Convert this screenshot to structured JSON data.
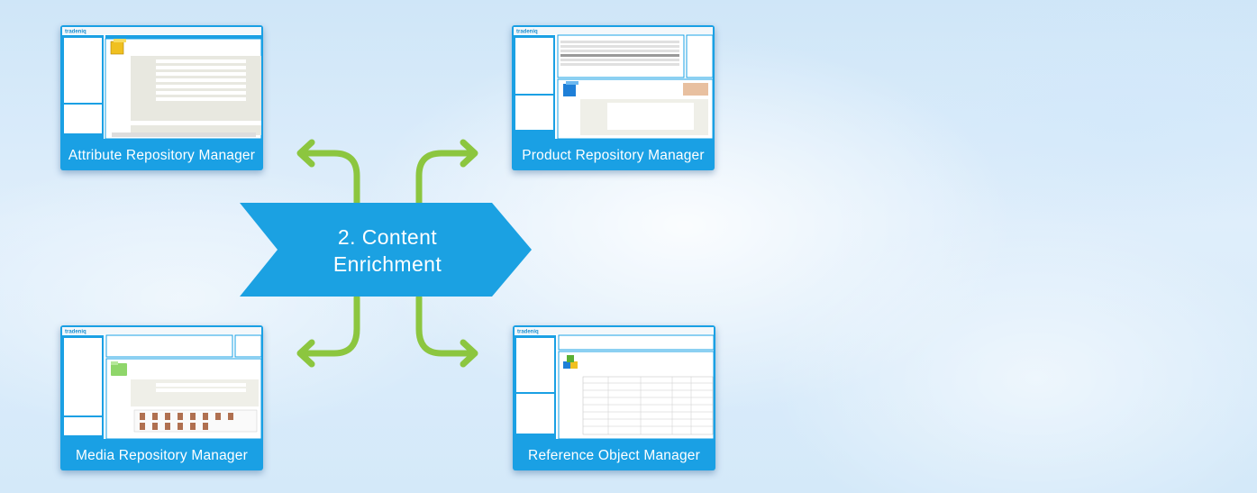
{
  "center": {
    "title_line1": "2. Content",
    "title_line2": "Enrichment"
  },
  "cards": {
    "attribute": {
      "caption": "Attribute Repository Manager",
      "logo": "tradeniq"
    },
    "product": {
      "caption": "Product Repository Manager",
      "logo": "tradeniq"
    },
    "media": {
      "caption": "Media Repository Manager",
      "logo": "tradeniq"
    },
    "reference": {
      "caption": "Reference Object Manager",
      "logo": "tradeniq"
    }
  },
  "colors": {
    "accent": "#1aa0e4",
    "arrow": "#8cc63f",
    "chevron": "#1ba1e2"
  },
  "icons": [
    "cube-icon",
    "folder-icon",
    "product-cube-icon",
    "blocks-icon"
  ]
}
